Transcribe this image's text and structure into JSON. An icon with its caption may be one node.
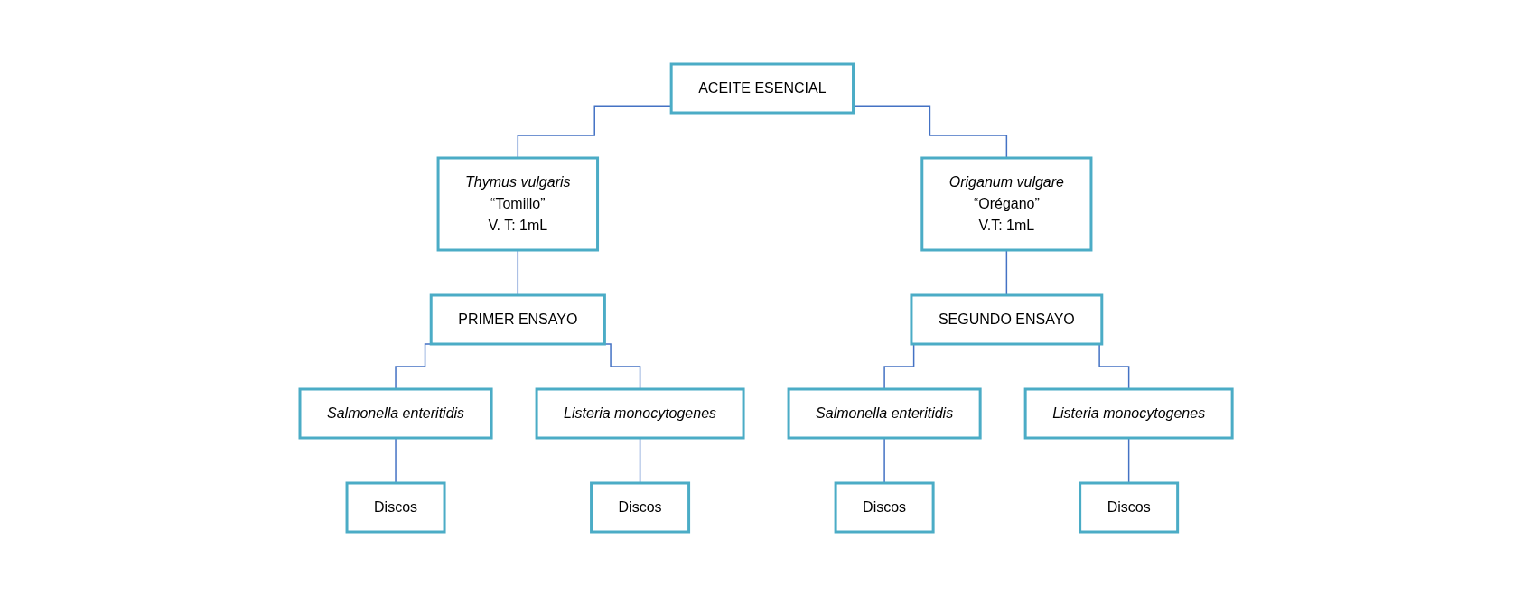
{
  "diagram": {
    "nodes": [
      {
        "text": [
          "ACEITE ESENCIAL"
        ]
      },
      {
        "text": [
          "Thymus vulgaris",
          "“Tomillo”",
          "V. T: 1mL"
        ]
      },
      {
        "text": [
          "Origanum vulgare",
          "“Orégano”",
          "V.T: 1mL"
        ]
      },
      {
        "text": [
          "PRIMER ENSAYO"
        ]
      },
      {
        "text": [
          "Salmonella enteritidis"
        ]
      },
      {
        "text": [
          "Discos"
        ]
      },
      {
        "text": [
          "Listeria monocytogenes"
        ]
      },
      {
        "text": [
          "Discos"
        ]
      },
      {
        "text": [
          "SEGUNDO ENSAYO"
        ]
      },
      {
        "text": [
          "Salmonella enteritidis"
        ]
      },
      {
        "text": [
          "Discos"
        ]
      },
      {
        "text": [
          "Listeria monocytogenes"
        ]
      },
      {
        "text": [
          "Discos"
        ]
      }
    ],
    "edges": [
      {
        "from": 0,
        "to": 1,
        "arrow": "none"
      },
      {
        "from": 0,
        "to": 2,
        "arrow": "none"
      },
      {
        "from": 1,
        "to": 3,
        "arrow": "none"
      },
      {
        "from": 2,
        "to": 8,
        "arrow": "none"
      },
      {
        "from": 3,
        "to": 4,
        "arrow": "none"
      },
      {
        "from": 3,
        "to": 6,
        "arrow": "none"
      },
      {
        "from": 4,
        "to": 5,
        "arrow": "none"
      },
      {
        "from": 6,
        "to": 7,
        "arrow": "none"
      },
      {
        "from": 8,
        "to": 9,
        "arrow": "none"
      },
      {
        "from": 8,
        "to": 11,
        "arrow": "none"
      },
      {
        "from": 9,
        "to": 10,
        "arrow": "none"
      },
      {
        "from": 11,
        "to": 12,
        "arrow": "none"
      }
    ]
  }
}
